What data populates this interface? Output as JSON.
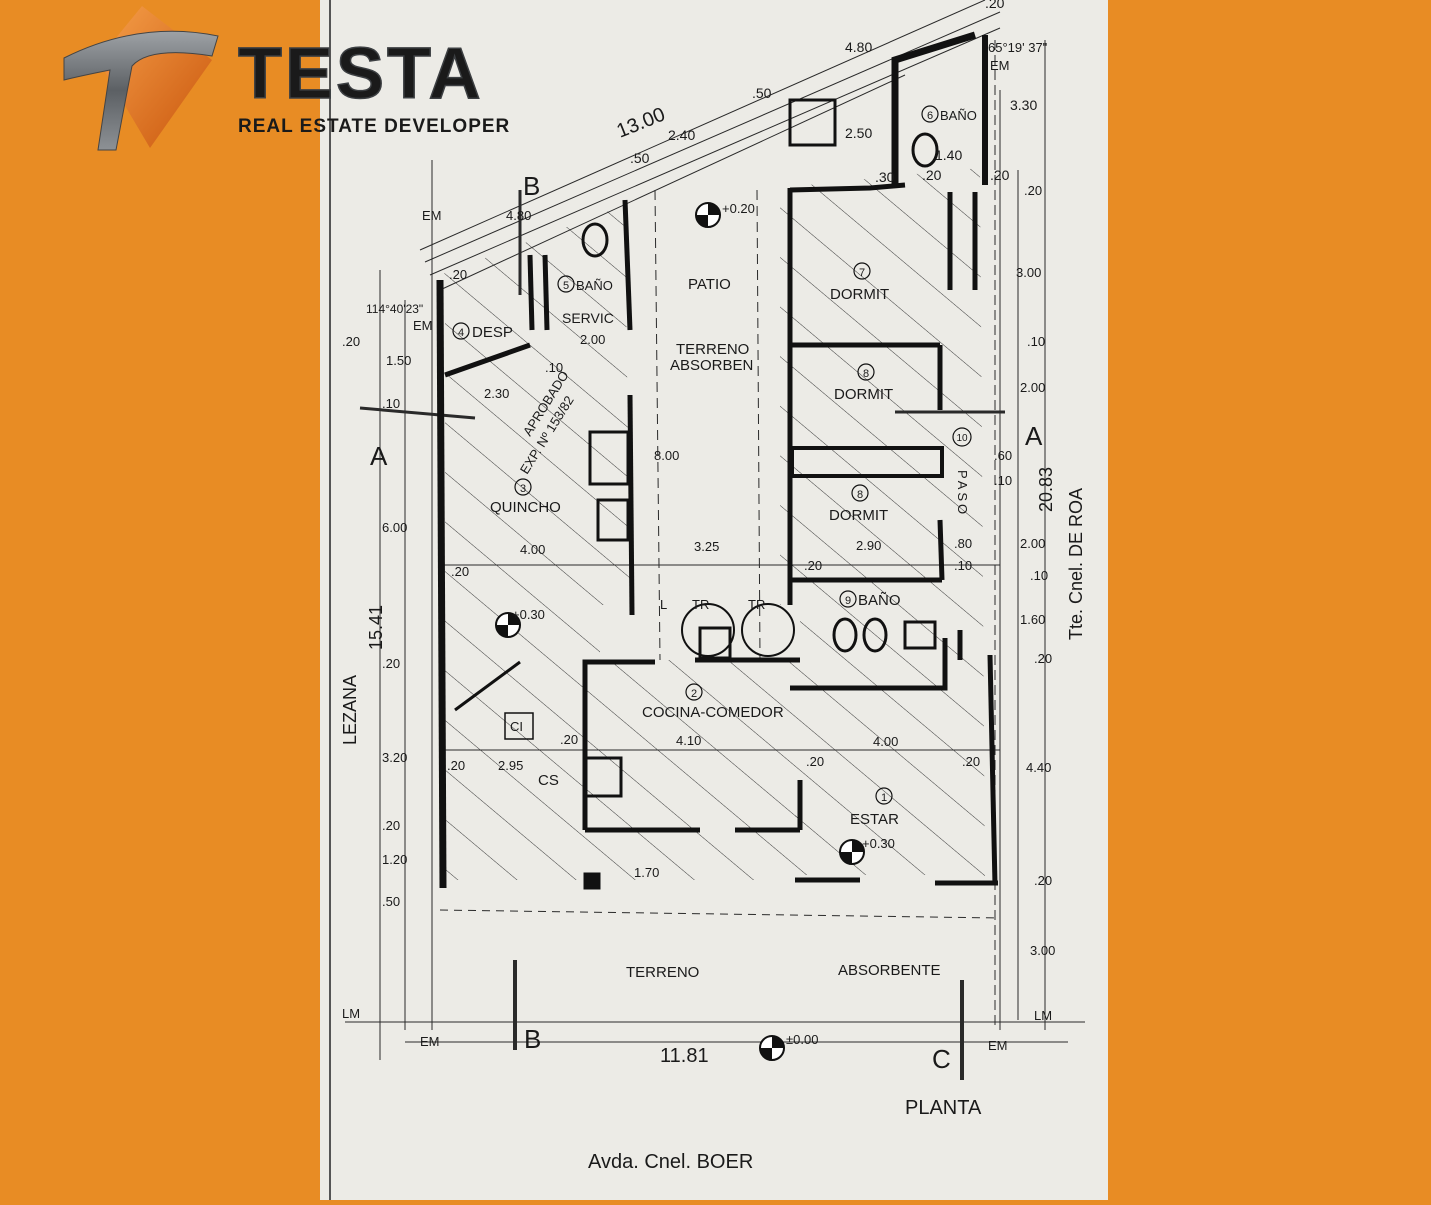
{
  "colors": {
    "background": "#e88c24",
    "paper": "#ecebe6",
    "ink": "#1a1a1a",
    "logo_accent": "#e8761a",
    "logo_steel": "#6f7378"
  },
  "logo": {
    "brand": "TESTA",
    "tagline": "REAL ESTATE DEVELOPER",
    "icon": "testa-t-emblem-icon"
  },
  "plan": {
    "top_labels": {
      "d_20a": ".20",
      "d_480": "4.80",
      "angle_top": "65°19' 37\"",
      "em_top": "EM",
      "d_1300": "13.00",
      "d_050a": ".50",
      "d_240": "2.40",
      "d_050b": ".50",
      "d_250": "2.50",
      "d_030": ".30",
      "d_140": "1.40",
      "d_020b": ".20",
      "d_020c": ".20",
      "d_330": "3.30"
    },
    "section_markers": {
      "b_top": "B",
      "b_bottom": "B",
      "a_left": "A",
      "a_right": "A",
      "c": "C"
    },
    "rooms": [
      {
        "num": "1",
        "name": "ESTAR"
      },
      {
        "num": "2",
        "name": "COCINA-COMEDOR"
      },
      {
        "num": "3",
        "name": "QUINCHO"
      },
      {
        "num": "4",
        "name": "DESP"
      },
      {
        "num": "5",
        "name": "BAÑO"
      },
      {
        "num": "6",
        "name": "BAÑO"
      },
      {
        "num": "7",
        "name": "DORMIT"
      },
      {
        "num": "8",
        "name": "DORMIT"
      },
      {
        "num": "8",
        "name": "DORMIT"
      },
      {
        "num": "9",
        "name": "BAÑO"
      },
      {
        "num": "10",
        "name": "PASO"
      }
    ],
    "room_extras": {
      "servic": "SERVIC",
      "patio": "PATIO",
      "terreno_absorben_1": "TERRENO",
      "terreno_absorben_2": "ABSORBEN",
      "terreno": "TERRENO",
      "absorbente": "ABSORBENTE",
      "ci": "CI",
      "cs": "CS",
      "l": "L",
      "tr1": "TR",
      "tr2": "TR"
    },
    "approval": {
      "line1": "APROBADO",
      "line2": "EXP. Nº 153/82"
    },
    "levels": {
      "patio": "+0.20",
      "quincho": "+0.30",
      "estar": "+0.30",
      "street": "±0.00"
    },
    "inner_dims": {
      "d_480_top": "4.80",
      "d_020_desp": ".20",
      "d_200_servic": "2.00",
      "d_010_servic": ".10",
      "d_230": "2.30",
      "d_800": "8.00",
      "d_400_quincho": "4.00",
      "d_020_quincho": ".20",
      "d_325": "3.25",
      "d_290": "2.90",
      "d_020_dormit": ".20",
      "d_410": "4.10",
      "d_020_cocina": ".20",
      "d_295": "2.95",
      "d_020_ci": ".20",
      "d_020_estar": ".20",
      "d_400_estar": "4.00",
      "d_020_right": ".20",
      "d_170": "1.70"
    },
    "left_dims": {
      "angle": "114°40'23\"",
      "em": "EM",
      "d_020": ".20",
      "d_150": "1.50",
      "d_010": ".10",
      "d_600": "6.00",
      "d_020b": ".20",
      "d_320": "3.20",
      "d_020c": ".20",
      "d_120": "1.20",
      "d_050": ".50",
      "total": "15.41",
      "street": "LEZANA",
      "em_top": "EM"
    },
    "right_dims": {
      "d_020a": ".20",
      "d_300": "3.00",
      "d_010a": ".10",
      "d_200a": "2.00",
      "d_060": ".60",
      "d_010b": ".10",
      "total": "20.83",
      "d_080": ".80",
      "d_010c": ".10",
      "d_200b": "2.00",
      "d_010d": ".10",
      "d_160": "1.60",
      "d_020b": ".20",
      "d_440": "4.40",
      "d_020c": ".20",
      "d_300b": "3.00",
      "street": "Tte. Cnel. DE ROA"
    },
    "bottom": {
      "lm_left": "LM",
      "lm_right": "LM",
      "em_left": "EM",
      "em_right": "EM",
      "width": "11.81",
      "title": "PLANTA",
      "street": "Avda. Cnel. BOER"
    }
  }
}
